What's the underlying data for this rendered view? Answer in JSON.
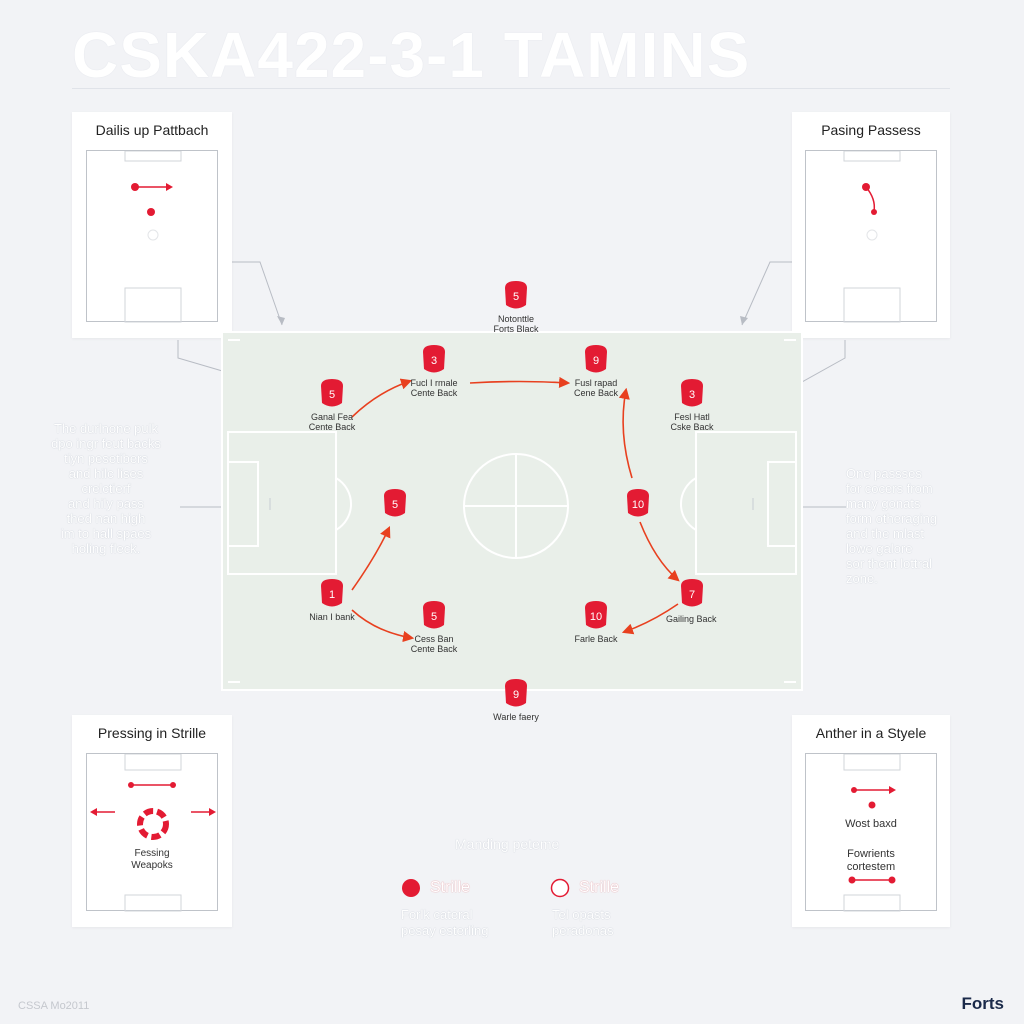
{
  "title": "CSKA422-3-1 TAMINS",
  "colors": {
    "marker": "#e31b33",
    "arrow": "#e8401f",
    "pitch": "#e9efe9",
    "pitch_line": "#ffffff",
    "connector": "#b8bcc4"
  },
  "panels": {
    "top_left": {
      "title": "Dailis up Pattbach"
    },
    "top_right": {
      "title": "Pasing Passess"
    },
    "bottom_left": {
      "title": "Pressing in Strille",
      "label_line1": "Fessing",
      "label_line2": "Weapoks"
    },
    "bottom_right": {
      "title": "Anther in a Styele",
      "label_a": "Wost baxd",
      "label_b_line1": "Fowrients",
      "label_b_line2": "cortestem"
    }
  },
  "left_text": [
    "The durlnone pulk",
    "dpo ingr feut backs",
    "tiyn pesetibers",
    "and hilc lises",
    "crelctierf",
    "and hily pass",
    "thed nan high",
    "im to hall spaes",
    "holing fleck."
  ],
  "right_text": [
    "One passses",
    "for cocers from",
    "many gonats",
    "form otheraging",
    "and the mlast",
    "lowe galore",
    "sor thent lottral",
    "zone."
  ],
  "players": [
    {
      "number": "5",
      "label1": "Notonttle",
      "label2": "Forts Black"
    },
    {
      "number": "3",
      "label1": "Fucl I rmale",
      "label2": "Cente Back"
    },
    {
      "number": "9",
      "label1": "Fusl rapad",
      "label2": "Cene Back"
    },
    {
      "number": "5",
      "label1": "Ganal Fea",
      "label2": "Cente Back"
    },
    {
      "number": "3",
      "label1": "Fesl Hatl",
      "label2": "Cske Back"
    },
    {
      "number": "5",
      "label1": "",
      "label2": ""
    },
    {
      "number": "10",
      "label1": "",
      "label2": ""
    },
    {
      "number": "1",
      "label1": "Nian I bank",
      "label2": ""
    },
    {
      "number": "5",
      "label1": "Cess Ban",
      "label2": "Cente Back"
    },
    {
      "number": "10",
      "label1": "Farle Back",
      "label2": ""
    },
    {
      "number": "7",
      "label1": "Gailing Back",
      "label2": ""
    },
    {
      "number": "9",
      "label1": "Warle faery",
      "label2": ""
    }
  ],
  "legend": {
    "heading": "Manding peteme",
    "solid_label": "Strille",
    "solid_desc1": "Forlk cateral",
    "solid_desc2": "pesay esterling",
    "outline_label": "Strille",
    "outline_desc1": "Tel opasts",
    "outline_desc2": "peradonas"
  },
  "footer": {
    "left": "CSSA Mo2011",
    "brand": "Forts"
  }
}
